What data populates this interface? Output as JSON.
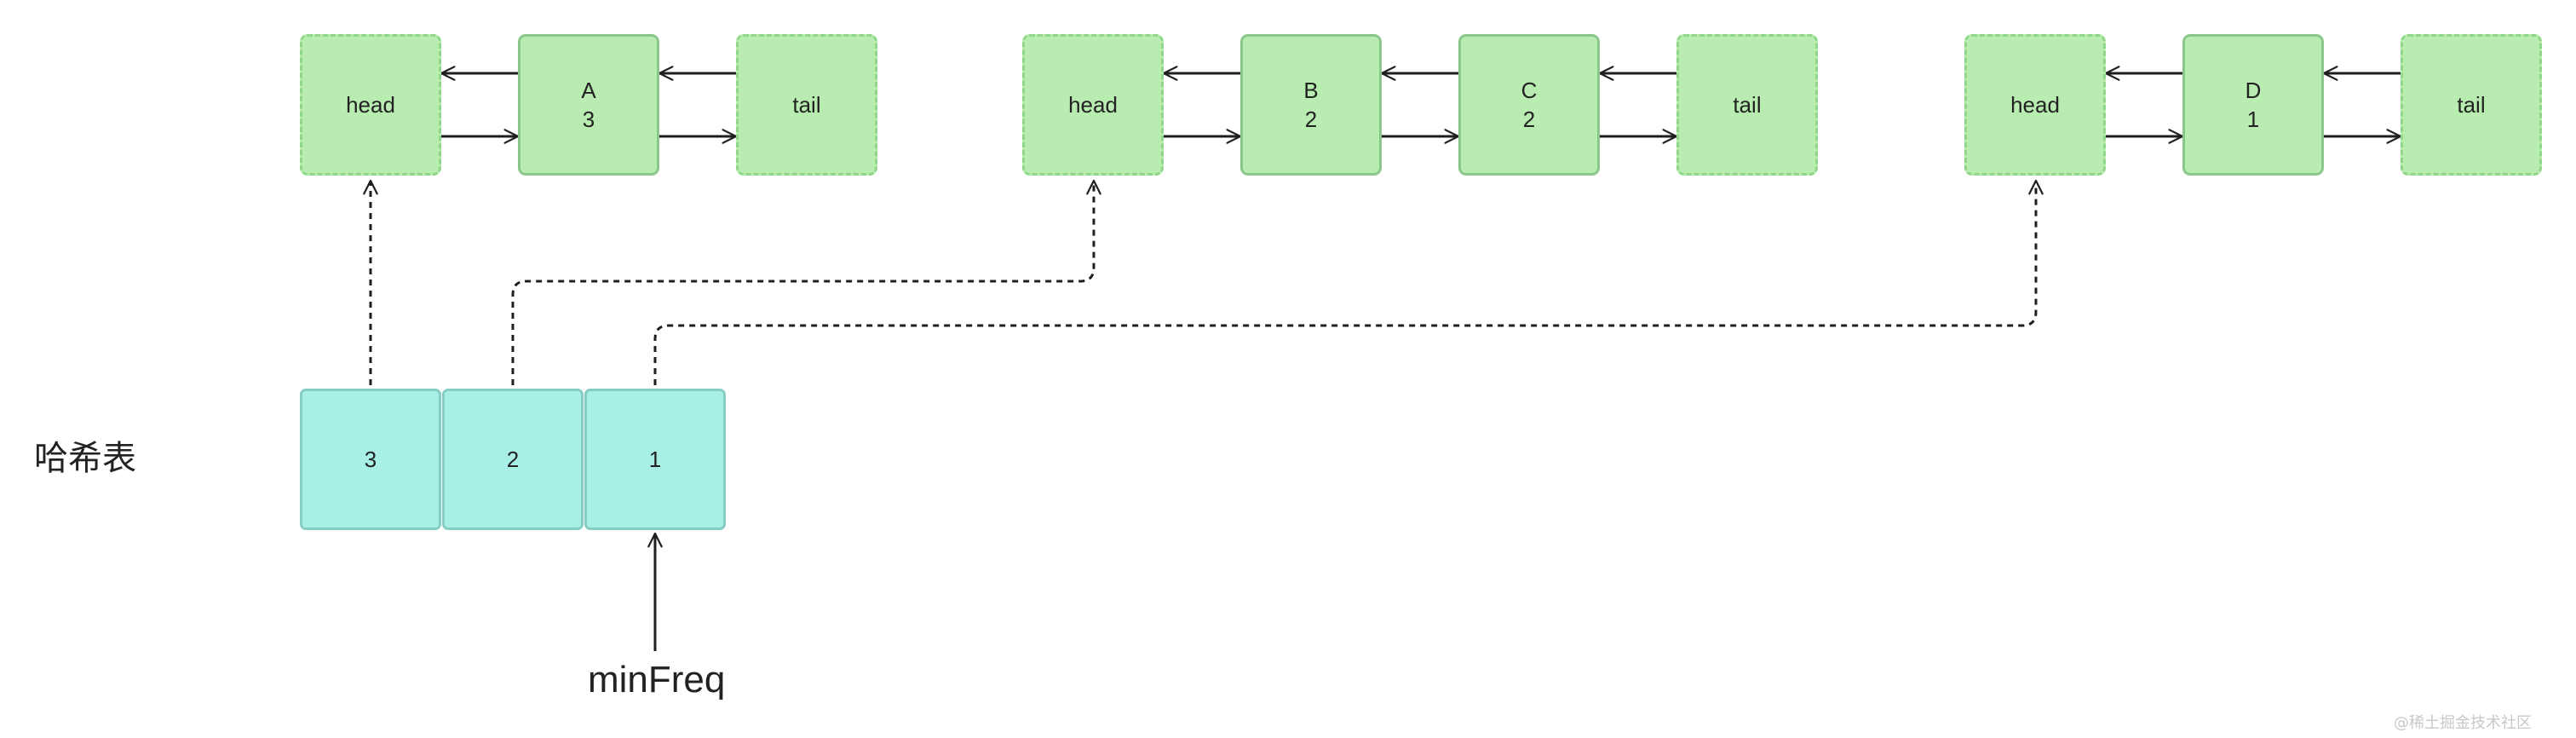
{
  "hash_table": {
    "label": "哈希表",
    "buckets": [
      "3",
      "2",
      "1"
    ]
  },
  "pointer": {
    "label": "minFreq"
  },
  "lists": [
    {
      "head": "head",
      "tail": "tail",
      "nodes": [
        {
          "key": "A",
          "freq": "3"
        }
      ]
    },
    {
      "head": "head",
      "tail": "tail",
      "nodes": [
        {
          "key": "B",
          "freq": "2"
        },
        {
          "key": "C",
          "freq": "2"
        }
      ]
    },
    {
      "head": "head",
      "tail": "tail",
      "nodes": [
        {
          "key": "D",
          "freq": "1"
        }
      ]
    }
  ],
  "watermark": "@稀土掘金技术社区",
  "colors": {
    "list_node_fill": "#b8ecb0",
    "sentinel_border": "#8fd88a",
    "node_border": "#8bc78a",
    "bucket_fill": "#a8efe6",
    "bucket_border": "#86cdc4",
    "arrow": "#1f1f1f"
  }
}
